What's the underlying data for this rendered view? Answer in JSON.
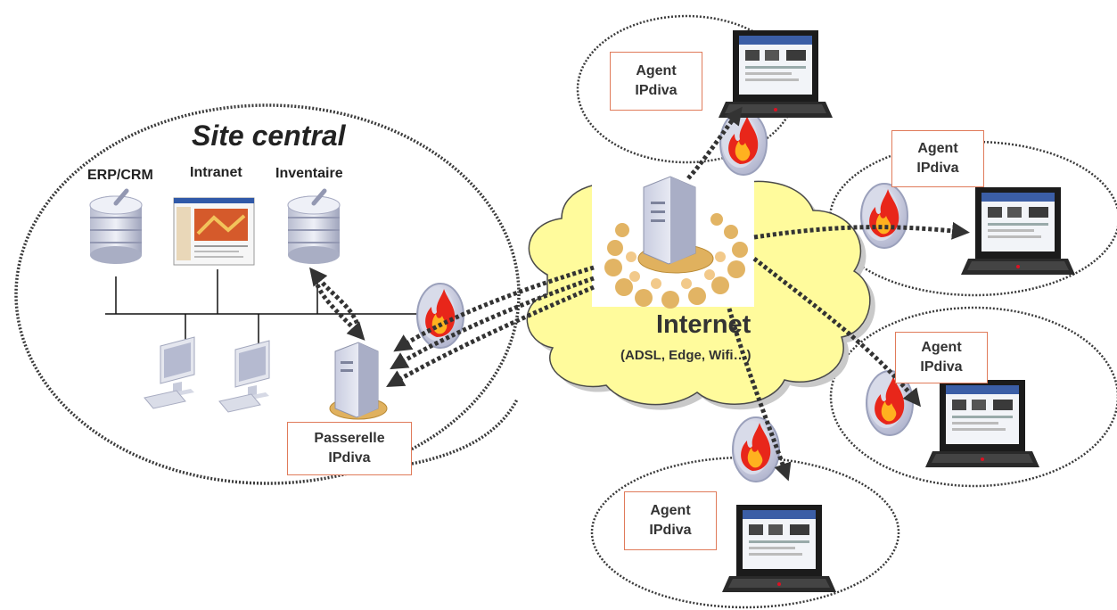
{
  "site": {
    "title": "Site central",
    "servers": [
      "ERP/CRM",
      "Intranet",
      "Inventaire"
    ],
    "gateway": {
      "line1": "Passerelle",
      "line2": "IPdiva"
    }
  },
  "internet": {
    "label": "Internet",
    "sublabel": "(ADSL, Edge, Wifi…)"
  },
  "agents": [
    {
      "line1": "Agent",
      "line2": "IPdiva"
    },
    {
      "line1": "Agent",
      "line2": "IPdiva"
    },
    {
      "line1": "Agent",
      "line2": "IPdiva"
    },
    {
      "line1": "Agent",
      "line2": "IPdiva"
    }
  ],
  "colors": {
    "cloud_fill": "#fffb9c",
    "box_border": "#e07b5a",
    "flame": "#e8261a",
    "arrow": "#333333"
  }
}
